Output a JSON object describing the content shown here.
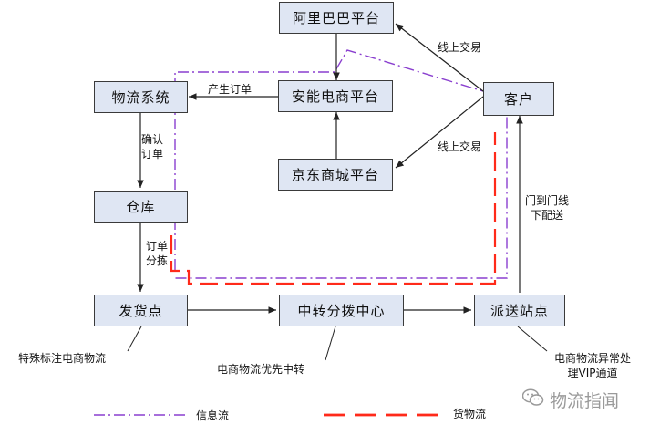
{
  "nodes": {
    "alibaba": "阿里巴巴平台",
    "anneng": "安能电商平台",
    "jingdong": "京东商城平台",
    "logistics_system": "物流系统",
    "customer": "客户",
    "warehouse": "仓库",
    "shipping_point": "发货点",
    "transfer_center": "中转分拨中心",
    "delivery_station": "派送站点"
  },
  "edge_labels": {
    "online_trade_top": "线上交易",
    "online_trade_bottom": "线上交易",
    "generate_order": "产生订单",
    "confirm_order_1": "确认",
    "confirm_order_2": "订单",
    "order_picking_1": "订单",
    "order_picking_2": "分拣",
    "door_to_door_1": "门到门线",
    "door_to_door_2": "下配送"
  },
  "callouts": {
    "special_mark": "特殊标注电商物流",
    "priority_transfer": "电商物流优先中转",
    "exception_1": "电商物流异常处",
    "exception_2": "理VIP通道"
  },
  "legend": {
    "info_flow": "信息流",
    "goods_flow": "货物流",
    "info_flow_color": "#8a3fcf",
    "goods_flow_color": "#ff2a1a"
  },
  "watermark": {
    "icon": "wechat-icon",
    "text": "物流指闻"
  }
}
